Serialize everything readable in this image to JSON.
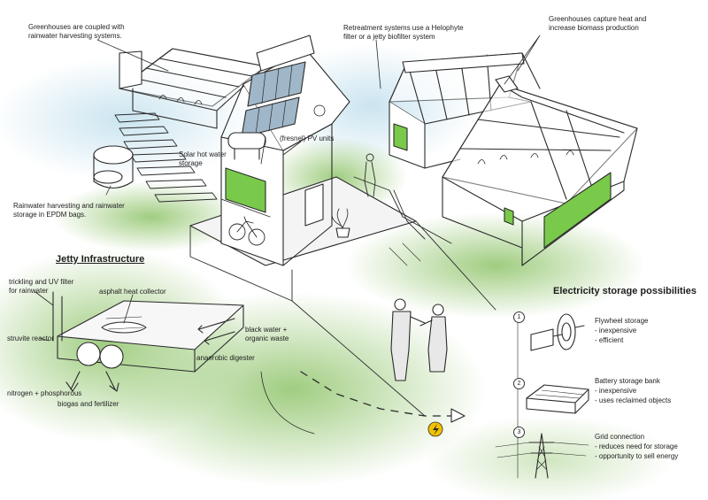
{
  "labels": {
    "greenhouses_rainwater": "Greenhouses are coupled with\nrainwater harvesting systems.",
    "retreatment": "Retreatment systems use a Helophyte\nfilter or a jetty biofilter system",
    "greenhouses_heat": "Greenhouses capture heat and\nincrease biomass production",
    "solar_hot_water": "Solar hot water\nstorage",
    "pv_units": "(fresnel) PV units",
    "rainwater_storage": "Rainwater harvesting and rainwater\nstorage in EPDM bags."
  },
  "jetty": {
    "title": "Jetty Infrastructure",
    "trickling": "trickling and UV filter\nfor rainwater",
    "asphalt": "asphalt heat collector",
    "black_water": "black water +\norganic waste",
    "struvite": "struvite reactor",
    "anaerobic": "anaerobic digester",
    "nitrogen": "nitrogen + phosphorous",
    "biogas": "biogas and fertilizer"
  },
  "electricity": {
    "title": "Electricity storage possibilities",
    "options": [
      {
        "number": "1",
        "name": "Flywheel storage",
        "details": [
          "- inexpensive",
          "- efficient"
        ]
      },
      {
        "number": "2",
        "name": "Battery storage bank",
        "details": [
          "- inexpensive",
          "- uses reclaimed objects"
        ]
      },
      {
        "number": "3",
        "name": "Grid connection",
        "details": [
          "- reduces need for storage",
          "- opportunity to sell energy"
        ]
      }
    ]
  },
  "colors": {
    "grass": "#8fc46a",
    "window_green": "#79c94b",
    "solar_blue": "#9fb7c8",
    "bolt_yellow": "#f2c200",
    "ink": "#2a2a2a"
  }
}
